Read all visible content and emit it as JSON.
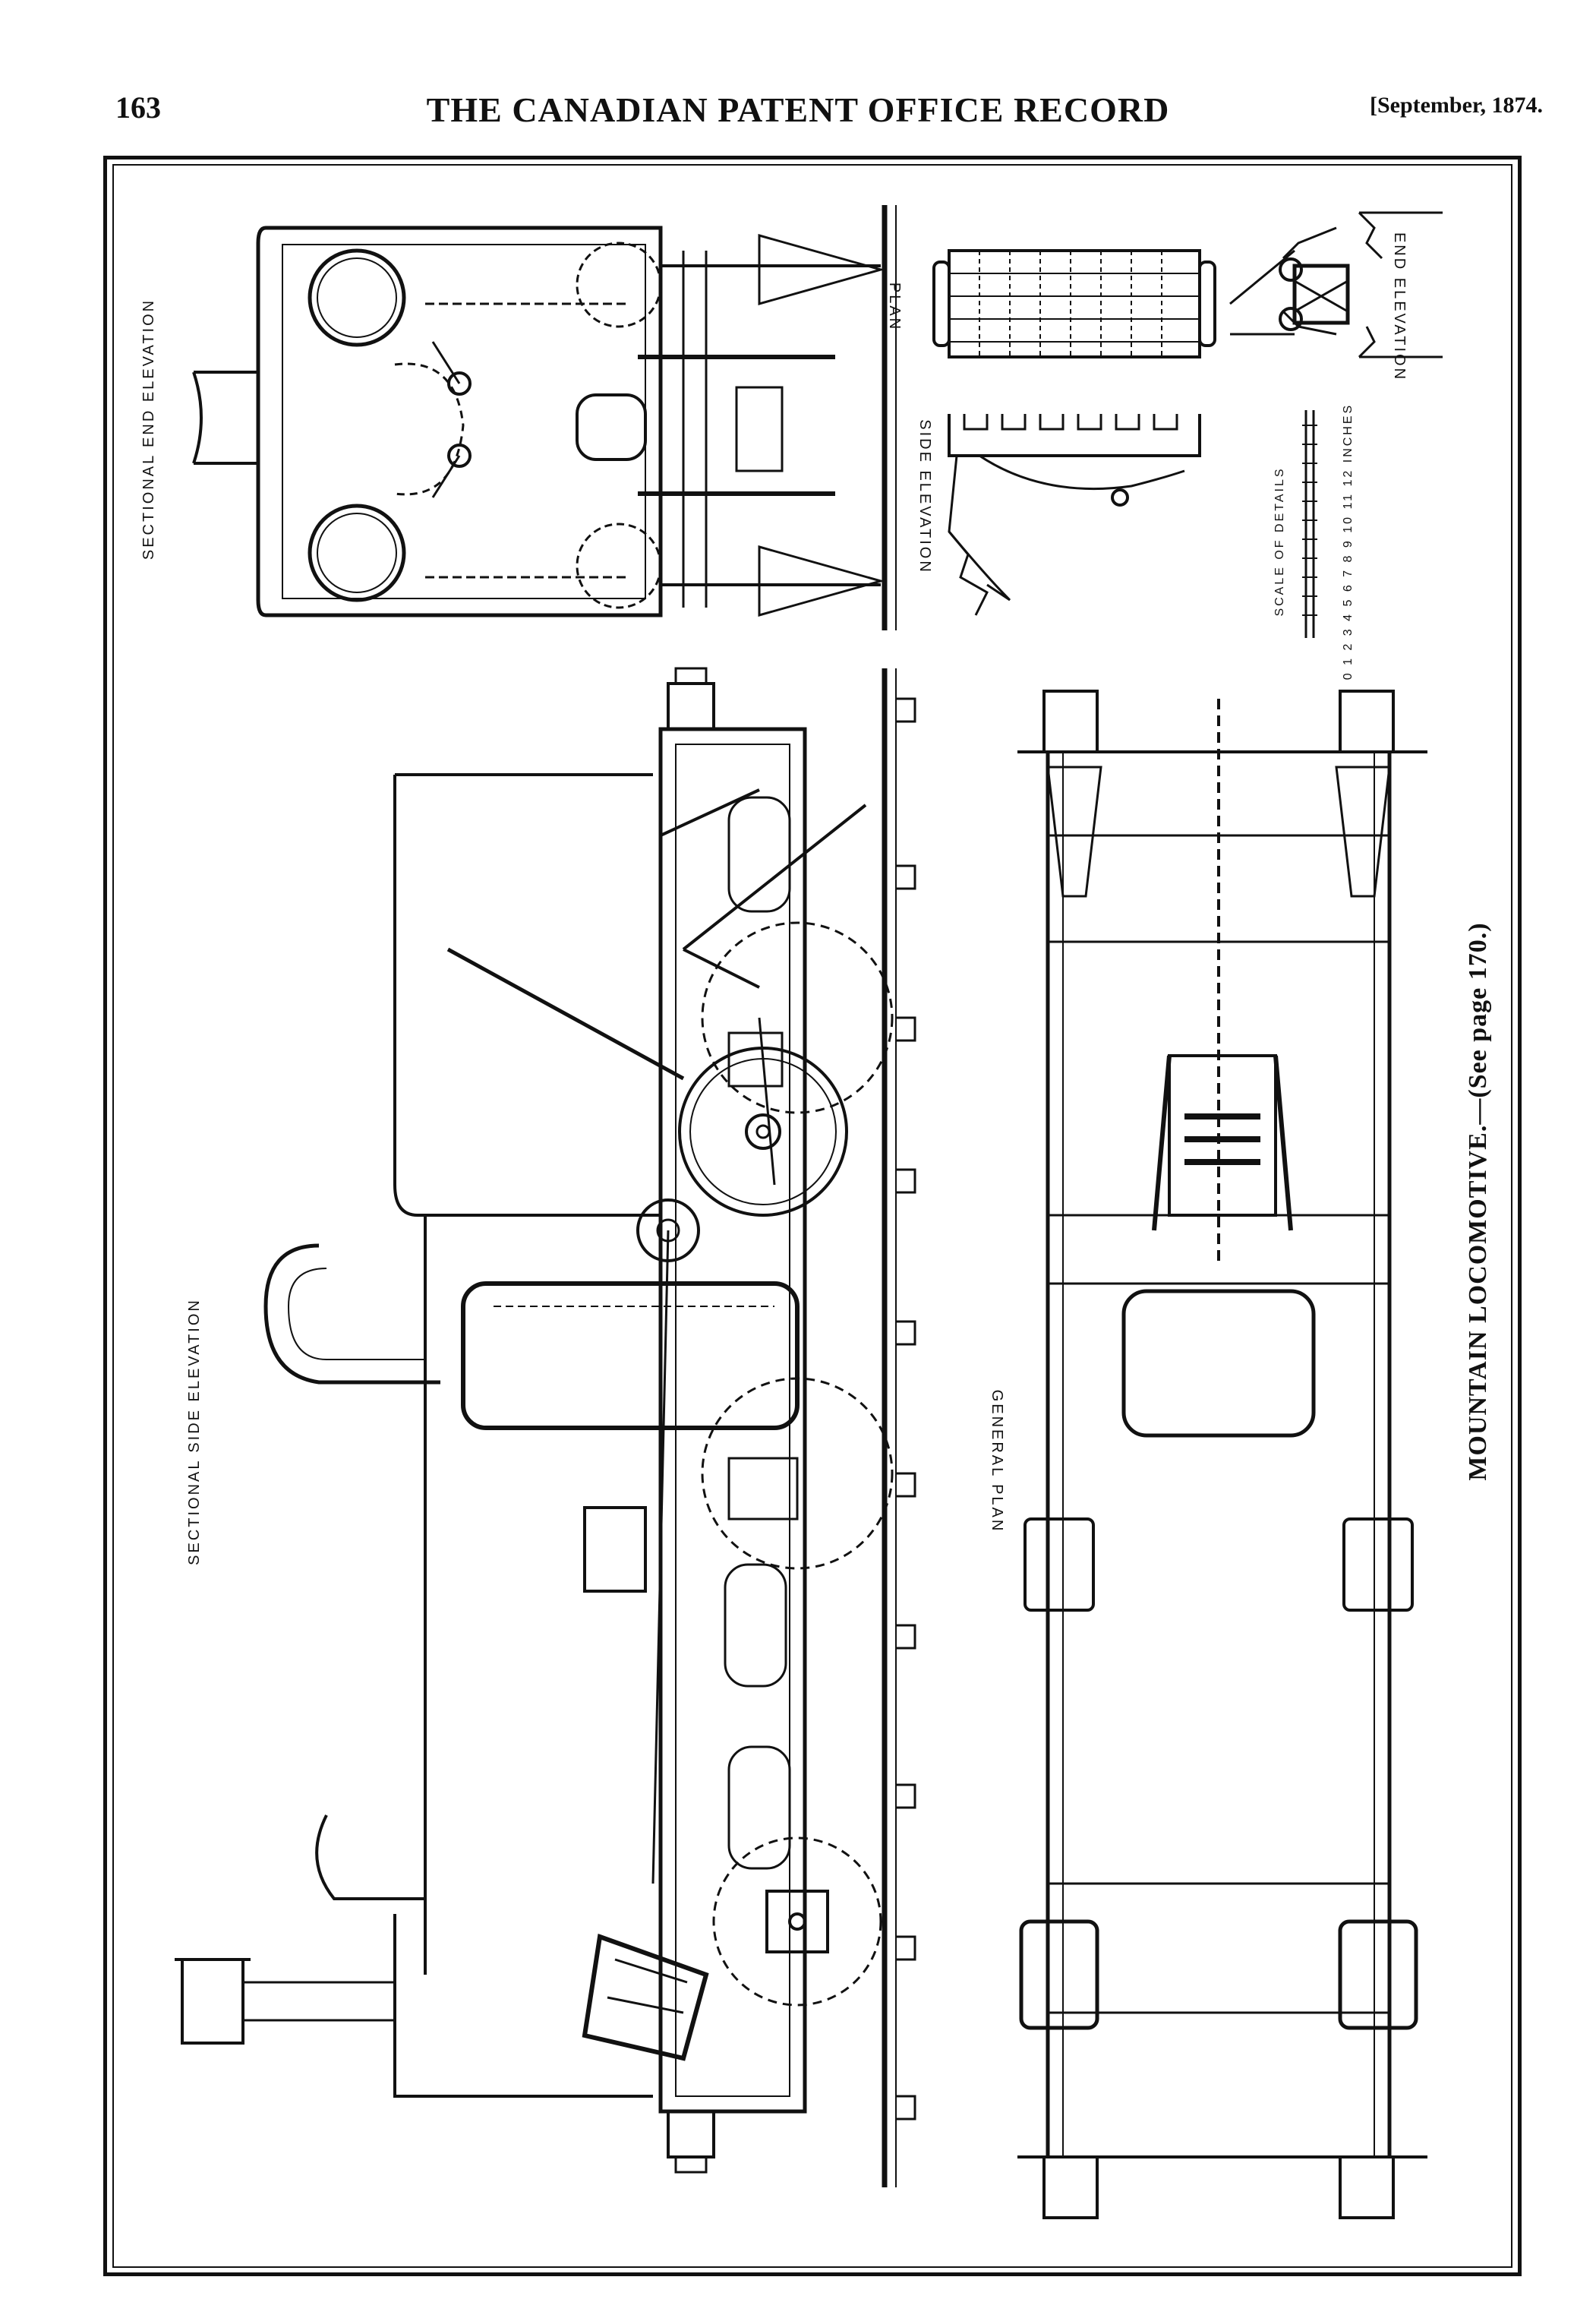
{
  "header": {
    "page_number": "163",
    "title": "THE CANADIAN PATENT OFFICE RECORD",
    "date": "[September, 1874."
  },
  "labels": {
    "sectional_end_elevation": "SECTIONAL END ELEVATION",
    "plan": "PLAN",
    "side_elevation": "SIDE ELEVATION",
    "end_elevation": "END ELEVATION",
    "scale_of_details": "SCALE OF DETAILS",
    "scale_numbers": "0 1 2 3 4 5 6 7 8 9 10 11 12 INCHES",
    "sectional_side_elevation": "SECTIONAL SIDE ELEVATION",
    "general_plan": "GENERAL PLAN"
  },
  "caption": "MOUNTAIN LOCOMOTIVE.—(See page 170.)"
}
